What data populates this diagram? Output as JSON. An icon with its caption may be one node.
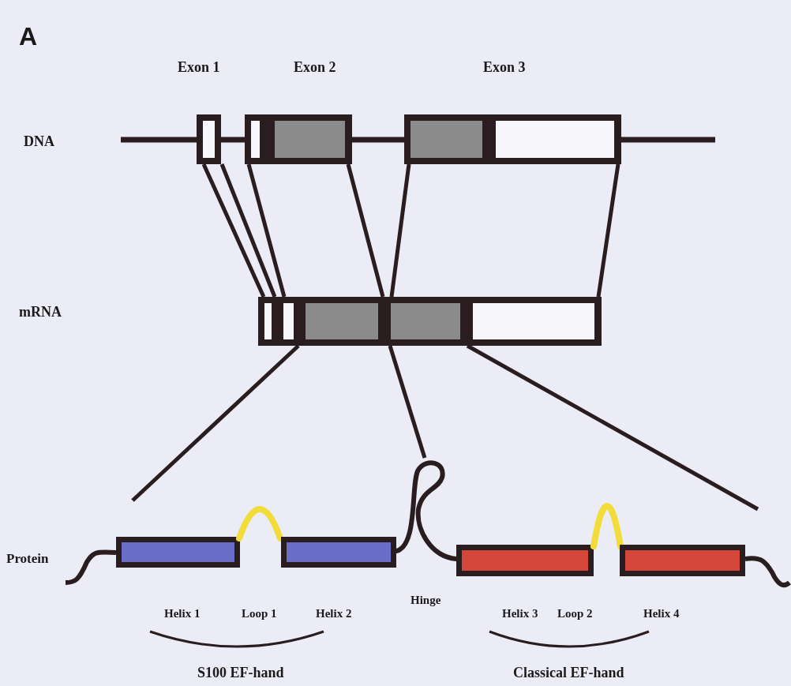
{
  "diagram": {
    "nodes": [
      {
        "text": [
          "Exon 1"
        ]
      },
      {
        "text": [
          "Exon 2"
        ]
      },
      {
        "text": [
          "Exon 3"
        ]
      },
      {
        "text": [],
        "shape": "box"
      },
      {
        "text": [],
        "shape": "bar",
        "beside": [
          "Helix 1"
        ]
      },
      {
        "text": [],
        "shape": "arc"
      },
      {
        "text": [],
        "shape": "bar",
        "beside": [
          "Helix 2"
        ]
      },
      {
        "text": [],
        "shape": "curve",
        "beside": [
          "Hinge"
        ]
      },
      {
        "text": [],
        "shape": "bar",
        "beside": [
          "Helix 3"
        ]
      },
      {
        "text": [],
        "shape": "arc"
      },
      {
        "text": [],
        "shape": "bar",
        "beside": [
          "Helix 4"
        ]
      }
    ],
    "edges": [
      {
        "from": 0,
        "to": 3,
        "arrow": "none"
      },
      {
        "from": 0,
        "to": 3,
        "arrow": "none"
      },
      {
        "from": 1,
        "to": 3,
        "arrow": "none"
      },
      {
        "from": 1,
        "to": 3,
        "arrow": "none"
      },
      {
        "from": 2,
        "to": 3,
        "arrow": "none"
      },
      {
        "from": 2,
        "to": 3,
        "arrow": "none"
      },
      {
        "from": 3,
        "to": null,
        "arrow": "none"
      },
      {
        "from": 3,
        "to": 7,
        "arrow": "none"
      },
      {
        "from": 3,
        "to": null,
        "arrow": "none"
      }
    ],
    "labels": [
      "A",
      "DNA",
      "mRNA",
      "Protein",
      "Loop 1",
      "Loop 2",
      "S100 EF-hand",
      "Classical EF-hand"
    ]
  }
}
